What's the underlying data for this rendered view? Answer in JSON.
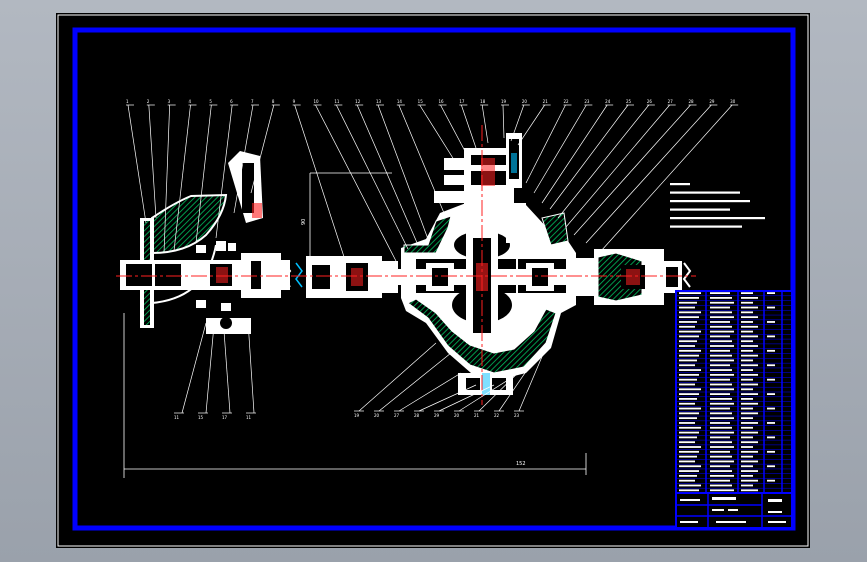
{
  "drawing": {
    "title": "",
    "colors": {
      "background": "#000000",
      "frame_white": "#ffffff",
      "frame_blue": "#0000ff",
      "part_white": "#ffffff",
      "hatch_green": "#00c060",
      "centerline_red": "#ff2020",
      "leader": "#ffffff",
      "accent_cyan": "#00c0ff"
    },
    "balloons_top": [
      "1",
      "2",
      "3",
      "4",
      "5",
      "6",
      "7",
      "8",
      "9",
      "10",
      "11",
      "12",
      "13",
      "14",
      "15",
      "16",
      "17",
      "18",
      "19",
      "20",
      "21",
      "22",
      "23",
      "24",
      "25",
      "26",
      "27",
      "28",
      "29",
      "30"
    ],
    "balloons_left_bottom": [
      "11",
      "15",
      "17",
      "11"
    ],
    "balloons_right_bottom": [
      "19",
      "20",
      "27",
      "28",
      "29",
      "20",
      "21",
      "22",
      "23"
    ],
    "overall_dimension": "152",
    "side_dimension": "90",
    "technical_requirements_lines": 6,
    "parts_list_rows": 42,
    "title_block_label": ""
  }
}
